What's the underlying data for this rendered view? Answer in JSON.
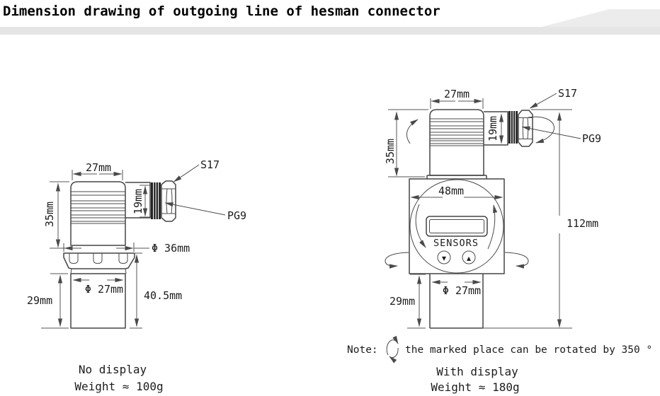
{
  "header": {
    "title": "Dimension drawing of outgoing line of hesman connector"
  },
  "colors": {
    "line": "#454545",
    "dim_line": "#555555",
    "text": "#1c1c1c",
    "header_bar": "#e5e5e5",
    "header_wedge": "#ececec"
  },
  "left_figure": {
    "dim_top_width": "27mm",
    "dim_connector_height": "19mm",
    "dim_body_height": "35mm",
    "dim_flange_diameter": "Φ 36mm",
    "dim_cylinder_diameter": "Φ 27mm",
    "dim_lower_height": "40.5mm",
    "dim_cylinder_height": "29mm",
    "label_hex_nut": "S17",
    "label_cable_gland": "PG9",
    "caption_line1": "No display",
    "caption_line2": "Weight ≈ 100g"
  },
  "right_figure": {
    "dim_top_width": "27mm",
    "dim_connector_height": "19mm",
    "dim_body_height": "35mm",
    "dim_face_width": "48mm",
    "dim_overall_height": "112mm",
    "dim_cylinder_diameter": "Φ 27mm",
    "dim_cylinder_height": "29mm",
    "label_hex_nut": "S17",
    "label_cable_gland": "PG9",
    "display_brand": "SENSORS",
    "button_down_glyph": "▼",
    "button_up_glyph": "▲",
    "caption_line1": "With display",
    "caption_line2": "Weight ≈ 180g"
  },
  "note": {
    "prefix": "Note:",
    "text": "the marked place can be rotated by 350 °"
  }
}
